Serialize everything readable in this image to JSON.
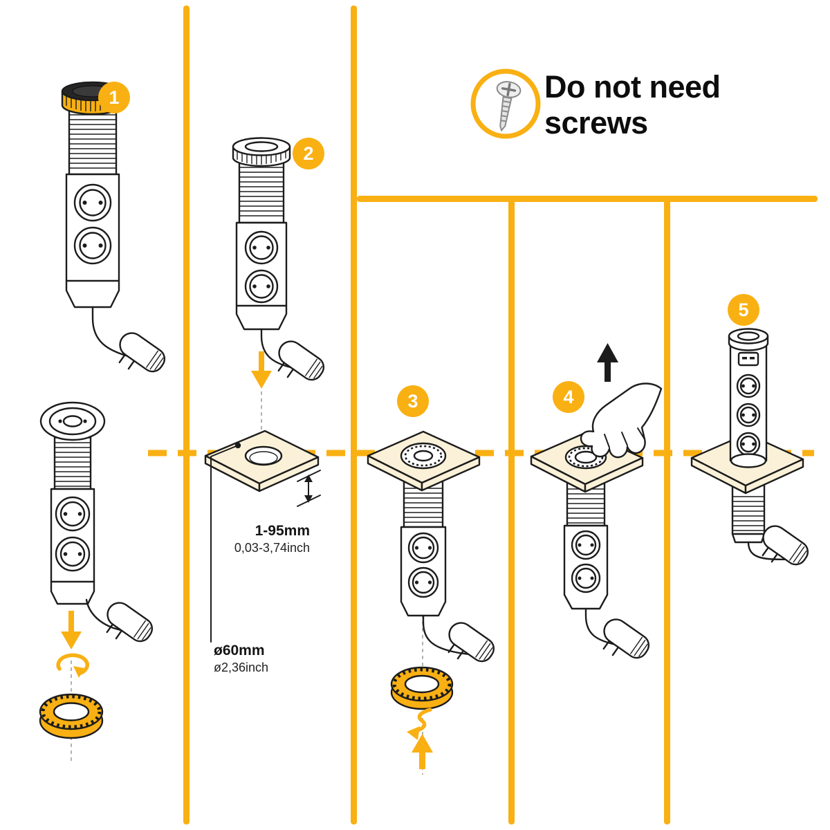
{
  "colors": {
    "accent": "#F9B013",
    "ink": "#1C1C1C",
    "tabletop": "#FAF1D8",
    "background": "#FFFFFF"
  },
  "header": {
    "title_line1": "Do not need",
    "title_line2": "screws",
    "icon": "screw-icon"
  },
  "steps": [
    {
      "number": "1"
    },
    {
      "number": "2"
    },
    {
      "number": "3"
    },
    {
      "number": "4"
    },
    {
      "number": "5"
    }
  ],
  "dimensions": {
    "panel_thickness_metric": "1-95mm",
    "panel_thickness_imperial": "0,03-3,74inch",
    "hole_diameter_metric": "ø60mm",
    "hole_diameter_imperial": "ø2,36inch"
  }
}
